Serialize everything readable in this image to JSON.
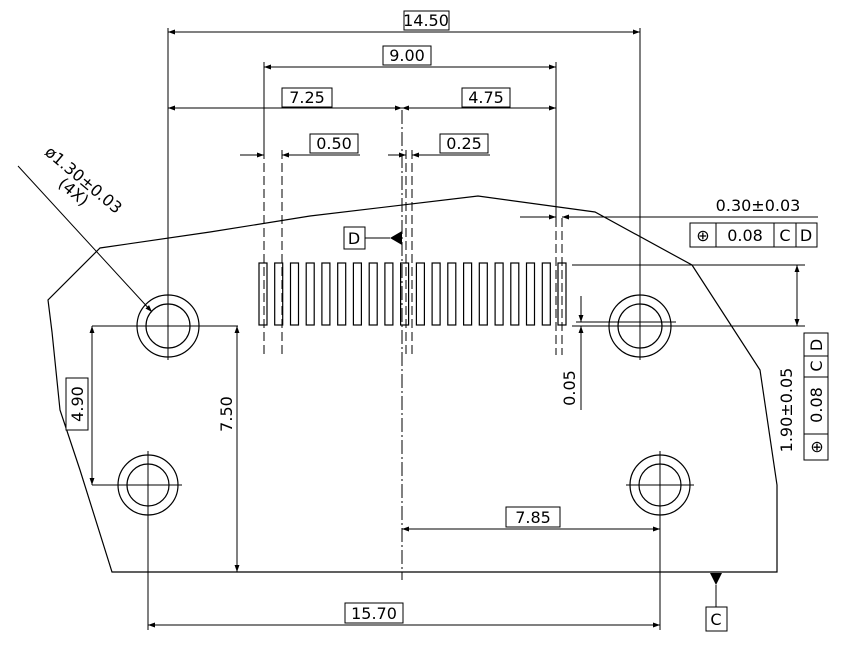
{
  "dimensions": {
    "overall_hole_span": "14.50",
    "pin_span": "9.00",
    "left_to_datum": "7.25",
    "datum_to_right_pin": "4.75",
    "pin_width": "0.50",
    "pin_gap": "0.25",
    "bottom_hole_span": "15.70",
    "datum_to_lower_right_hole": "7.85",
    "vertical_hole_span": "4.90",
    "height_to_base": "7.50",
    "pin_height": "1.90±0.05",
    "pin_offset": "0.05",
    "pin_position": "0.30±0.03"
  },
  "hole_callout": {
    "diameter": "ø1.30±0.03",
    "count": "(4X)"
  },
  "tolerance_frames": {
    "pin_frame": {
      "symbol": "⊕",
      "value": "0.08",
      "datum1": "C",
      "datum2": "D"
    },
    "height_frame": {
      "symbol": "⊕",
      "value": "0.08",
      "datum1": "C",
      "datum2": "D"
    }
  },
  "datums": {
    "top": "D",
    "bottom": "C"
  },
  "pin_count": 20
}
